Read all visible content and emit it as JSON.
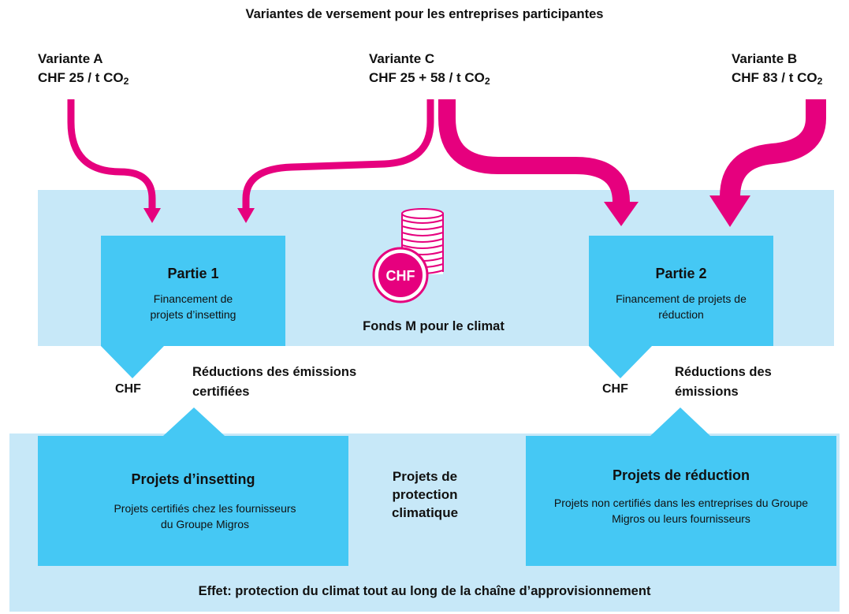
{
  "header": {
    "title": "Variantes de versement pour les entreprises participantes"
  },
  "variants": {
    "a": {
      "name": "Variante A",
      "price": "CHF 25 / t CO",
      "sub": "2"
    },
    "c": {
      "name": "Variante C",
      "price": "CHF 25 + 58 / t CO",
      "sub": "2"
    },
    "b": {
      "name": "Variante B",
      "price": "CHF 83 / t CO",
      "sub": "2"
    }
  },
  "fund": {
    "coin_label": "CHF",
    "name": "Fonds M pour le climat",
    "part1": {
      "title": "Partie 1",
      "text": "Financement de projets d’insetting"
    },
    "part2": {
      "title": "Partie 2",
      "text": "Financement de projets de réduction"
    }
  },
  "flows": {
    "left_money": "CHF",
    "left_return": "Réductions des émissions certifiées",
    "right_money": "CHF",
    "right_return": "Réductions des émissions"
  },
  "projects": {
    "insetting": {
      "title": "Projets d’insetting",
      "text": "Projets certifiés chez les fournisseurs du Groupe Migros"
    },
    "center": {
      "label": "Projets de protection climatique"
    },
    "reduction": {
      "title": "Projets de réduction",
      "text": "Projets non certifiés dans les entreprises du Groupe Migros ou leurs fournisseurs"
    }
  },
  "footer": {
    "effect": "Effet: protection du climat tout au long de la chaîne d’approvisionnement"
  },
  "colors": {
    "accent": "#e6007e",
    "band": "#c7e8f8",
    "box": "#45c8f4"
  }
}
